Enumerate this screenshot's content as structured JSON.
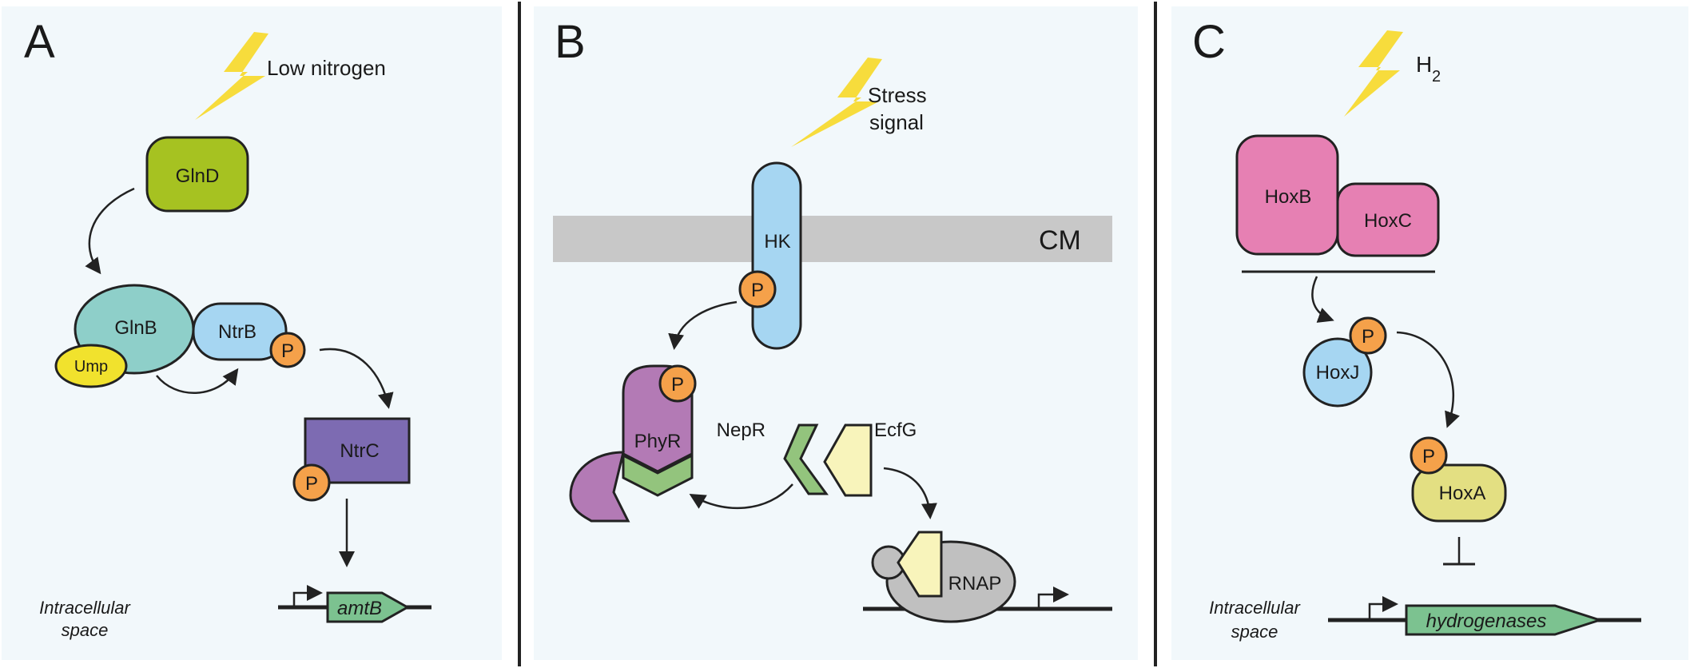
{
  "colors": {
    "panel_bg": "#f2f8fb",
    "lightning": "#f7dc3c",
    "glnD": "#a6c221",
    "glnB": "#8ecfc9",
    "ntr_blue": "#a6d6f2",
    "ump": "#f1e22d",
    "ntrC": "#7d6bb2",
    "phosphate": "#f5a14a",
    "membrane": "#c8c8c8",
    "phyR": "#b37ab5",
    "nepR": "#93c47d",
    "ecfG": "#f8f4bb",
    "rnap": "#c0c0c0",
    "hox_pink": "#e680b3",
    "hoxA": "#e3df82",
    "gene_green": "#7cc290"
  },
  "panels": {
    "A": {
      "letter": "A",
      "signal": "Low nitrogen",
      "glnD": "GlnD",
      "glnB": "GlnB",
      "ntrB": "NtrB",
      "ump": "Ump",
      "ntrC": "NtrC",
      "phospho": "P",
      "gene": "amtB",
      "space_line1": "Intracellular",
      "space_line2": "space"
    },
    "B": {
      "letter": "B",
      "signal_line1": "Stress",
      "signal_line2": "signal",
      "membrane": "CM",
      "hk": "HK",
      "phospho": "P",
      "phyR": "PhyR",
      "nepR": "NepR",
      "ecfG": "EcfG",
      "rnap": "RNAP"
    },
    "C": {
      "letter": "C",
      "signal": "H",
      "signal_sub": "2",
      "hoxB": "HoxB",
      "hoxC": "HoxC",
      "hoxJ": "HoxJ",
      "hoxA": "HoxA",
      "phospho": "P",
      "gene": "hydrogenases",
      "space_line1": "Intracellular",
      "space_line2": "space"
    }
  }
}
